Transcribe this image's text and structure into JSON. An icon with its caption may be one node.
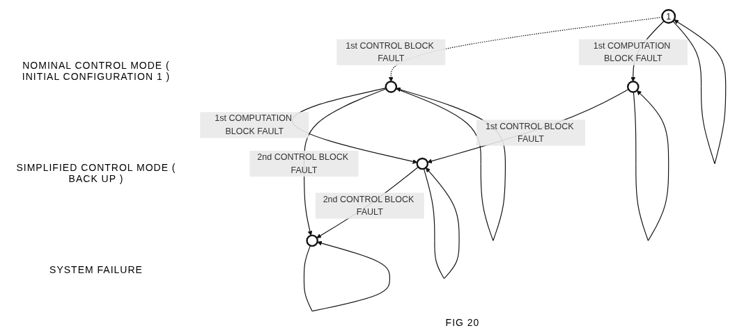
{
  "diagram": {
    "caption": "FIG 20",
    "nodes": [
      {
        "text": [
          "1"
        ]
      },
      {
        "text": [],
        "shape": "circle"
      },
      {
        "text": [],
        "shape": "circle"
      },
      {
        "text": [],
        "shape": "circle"
      },
      {
        "text": [],
        "shape": "circle"
      }
    ],
    "edges": [
      {
        "from": 0,
        "to": 1,
        "arrow": "to",
        "label": "1st CONTROL BLOCK FAULT",
        "style": "dashed"
      },
      {
        "from": 0,
        "to": 2,
        "arrow": "to",
        "label": "1st COMPUTATION BLOCK FAULT"
      },
      {
        "from": 1,
        "to": 3,
        "arrow": "to",
        "label": "1st COMPUTATION BLOCK FAULT"
      },
      {
        "from": 1,
        "to": 4,
        "arrow": "to",
        "label": "2nd CONTROL BLOCK FAULT"
      },
      {
        "from": 2,
        "to": 3,
        "arrow": "to",
        "label": "1st CONTROL BLOCK FAULT"
      },
      {
        "from": 3,
        "to": 4,
        "arrow": "to",
        "label": "2nd CONTROL BLOCK FAULT"
      },
      {
        "from": 0,
        "to": 0,
        "arrow": "to"
      },
      {
        "from": 1,
        "to": 1,
        "arrow": "to"
      },
      {
        "from": 2,
        "to": 2,
        "arrow": "to"
      },
      {
        "from": 3,
        "to": 3,
        "arrow": "to"
      },
      {
        "from": 4,
        "to": 4,
        "arrow": "to"
      }
    ],
    "labels": [
      "NOMINAL CONTROL MODE ( INITIAL CONFIGURATION 1 )",
      "SIMPLIFIED CONTROL MODE ( BACK UP )",
      "SYSTEM FAILURE"
    ]
  }
}
